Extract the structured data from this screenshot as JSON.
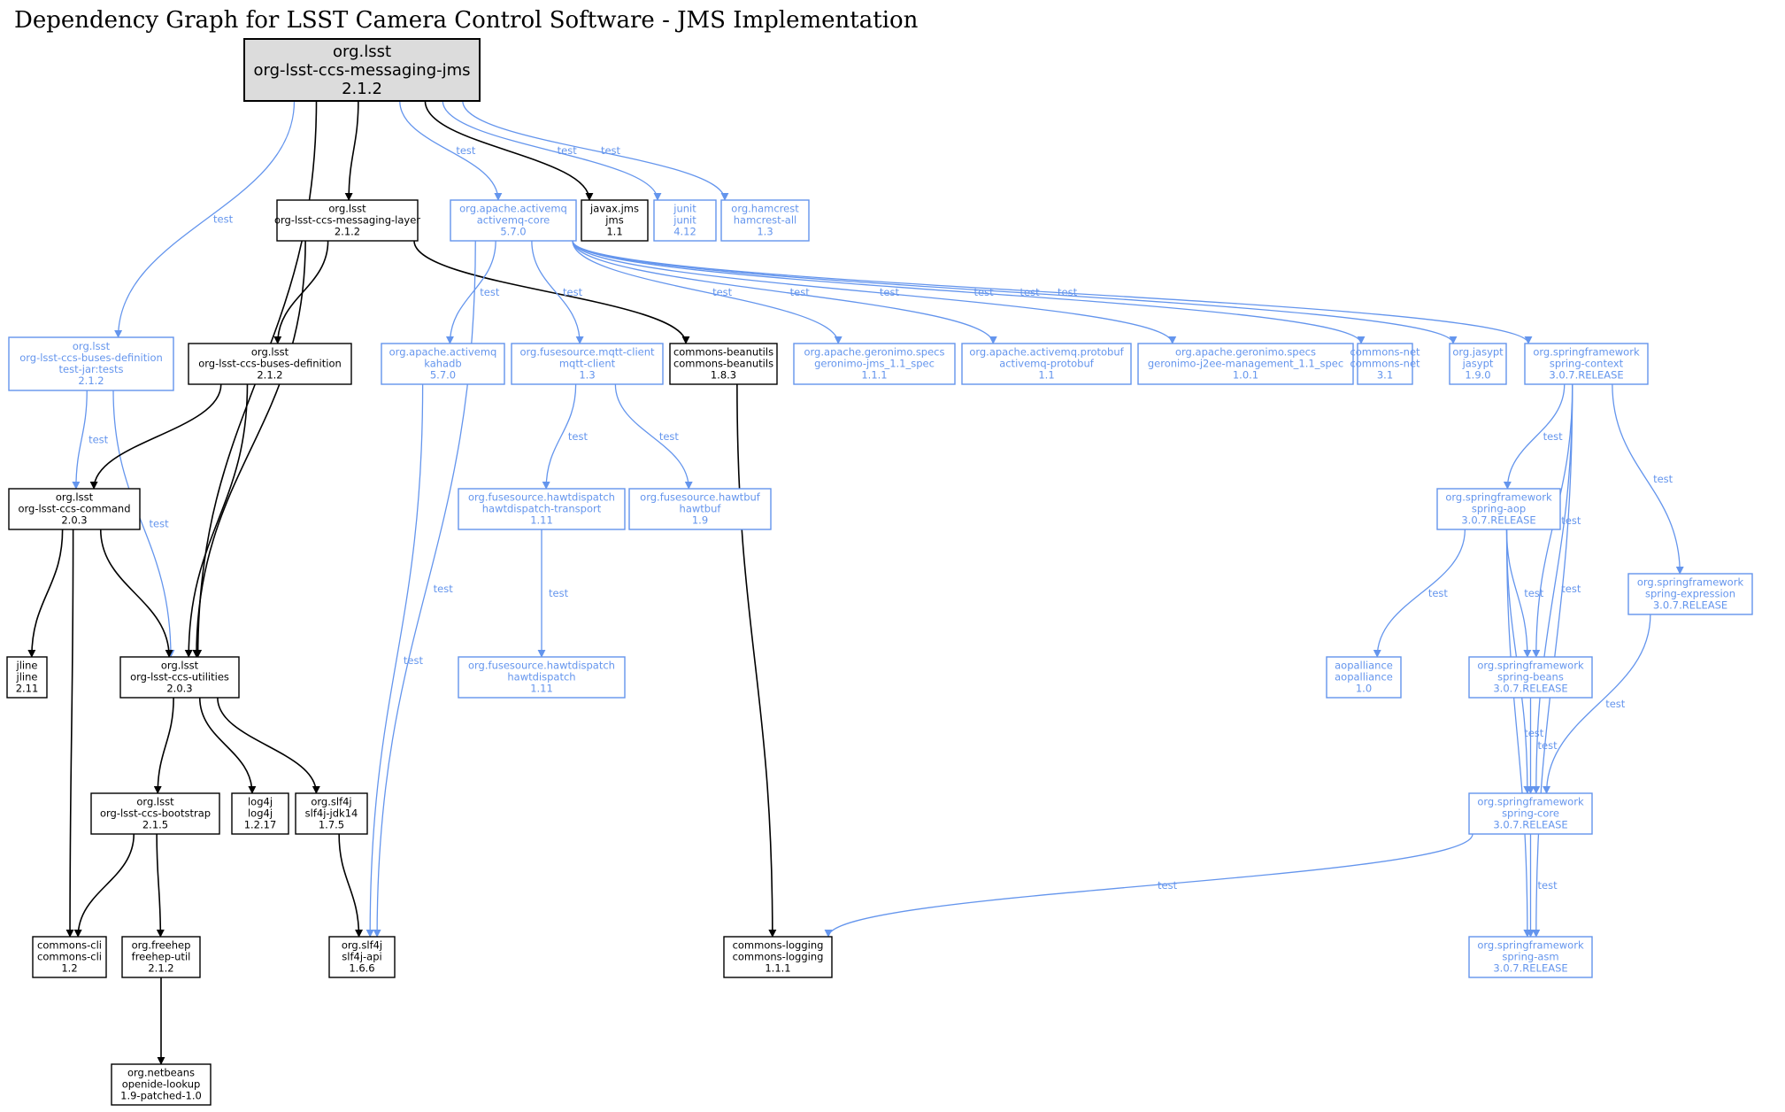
{
  "title": "Dependency Graph for LSST Camera Control Software - JMS Implementation",
  "colors": {
    "compile": "#000000",
    "test": "#6495ED",
    "root_fill": "#DCDCDC"
  },
  "nodes": [
    {
      "id": "root",
      "lines": [
        "org.lsst",
        "org-lsst-ccs-messaging-jms",
        "2.1.2"
      ],
      "scope": "root"
    },
    {
      "id": "layer",
      "lines": [
        "org.lsst",
        "org-lsst-ccs-messaging-layer",
        "2.1.2"
      ],
      "scope": "compile"
    },
    {
      "id": "amqcore",
      "lines": [
        "org.apache.activemq",
        "activemq-core",
        "5.7.0"
      ],
      "scope": "test"
    },
    {
      "id": "jms",
      "lines": [
        "javax.jms",
        "jms",
        "1.1"
      ],
      "scope": "compile"
    },
    {
      "id": "junit",
      "lines": [
        "junit",
        "junit",
        "4.12"
      ],
      "scope": "test"
    },
    {
      "id": "hamcrest",
      "lines": [
        "org.hamcrest",
        "hamcrest-all",
        "1.3"
      ],
      "scope": "test"
    },
    {
      "id": "busestest",
      "lines": [
        "org.lsst",
        "org-lsst-ccs-buses-definition",
        "test-jar:tests",
        "2.1.2"
      ],
      "scope": "test"
    },
    {
      "id": "buses",
      "lines": [
        "org.lsst",
        "org-lsst-ccs-buses-definition",
        "2.1.2"
      ],
      "scope": "compile"
    },
    {
      "id": "kahadb",
      "lines": [
        "org.apache.activemq",
        "kahadb",
        "5.7.0"
      ],
      "scope": "test"
    },
    {
      "id": "mqtt",
      "lines": [
        "org.fusesource.mqtt-client",
        "mqtt-client",
        "1.3"
      ],
      "scope": "test"
    },
    {
      "id": "beanutils",
      "lines": [
        "commons-beanutils",
        "commons-beanutils",
        "1.8.3"
      ],
      "scope": "compile"
    },
    {
      "id": "geronimojms",
      "lines": [
        "org.apache.geronimo.specs",
        "geronimo-jms_1.1_spec",
        "1.1.1"
      ],
      "scope": "test"
    },
    {
      "id": "protobuf",
      "lines": [
        "org.apache.activemq.protobuf",
        "activemq-protobuf",
        "1.1"
      ],
      "scope": "test"
    },
    {
      "id": "j2ee",
      "lines": [
        "org.apache.geronimo.specs",
        "geronimo-j2ee-management_1.1_spec",
        "1.0.1"
      ],
      "scope": "test"
    },
    {
      "id": "net",
      "lines": [
        "commons-net",
        "commons-net",
        "3.1"
      ],
      "scope": "test"
    },
    {
      "id": "jasypt",
      "lines": [
        "org.jasypt",
        "jasypt",
        "1.9.0"
      ],
      "scope": "test"
    },
    {
      "id": "springctx",
      "lines": [
        "org.springframework",
        "spring-context",
        "3.0.7.RELEASE"
      ],
      "scope": "test"
    },
    {
      "id": "command",
      "lines": [
        "org.lsst",
        "org-lsst-ccs-command",
        "2.0.3"
      ],
      "scope": "compile"
    },
    {
      "id": "hdtransport",
      "lines": [
        "org.fusesource.hawtdispatch",
        "hawtdispatch-transport",
        "1.11"
      ],
      "scope": "test"
    },
    {
      "id": "hawtbuf",
      "lines": [
        "org.fusesource.hawtbuf",
        "hawtbuf",
        "1.9"
      ],
      "scope": "test"
    },
    {
      "id": "springaop",
      "lines": [
        "org.springframework",
        "spring-aop",
        "3.0.7.RELEASE"
      ],
      "scope": "test"
    },
    {
      "id": "springexpr",
      "lines": [
        "org.springframework",
        "spring-expression",
        "3.0.7.RELEASE"
      ],
      "scope": "test"
    },
    {
      "id": "jline",
      "lines": [
        "jline",
        "jline",
        "2.11"
      ],
      "scope": "compile"
    },
    {
      "id": "utilities",
      "lines": [
        "org.lsst",
        "org-lsst-ccs-utilities",
        "2.0.3"
      ],
      "scope": "compile"
    },
    {
      "id": "hawtdispatch",
      "lines": [
        "org.fusesource.hawtdispatch",
        "hawtdispatch",
        "1.11"
      ],
      "scope": "test"
    },
    {
      "id": "aopalliance",
      "lines": [
        "aopalliance",
        "aopalliance",
        "1.0"
      ],
      "scope": "test"
    },
    {
      "id": "springbeans",
      "lines": [
        "org.springframework",
        "spring-beans",
        "3.0.7.RELEASE"
      ],
      "scope": "test"
    },
    {
      "id": "bootstrap",
      "lines": [
        "org.lsst",
        "org-lsst-ccs-bootstrap",
        "2.1.5"
      ],
      "scope": "compile"
    },
    {
      "id": "log4j",
      "lines": [
        "log4j",
        "log4j",
        "1.2.17"
      ],
      "scope": "compile"
    },
    {
      "id": "slf4jjdk",
      "lines": [
        "org.slf4j",
        "slf4j-jdk14",
        "1.7.5"
      ],
      "scope": "compile"
    },
    {
      "id": "springcore",
      "lines": [
        "org.springframework",
        "spring-core",
        "3.0.7.RELEASE"
      ],
      "scope": "test"
    },
    {
      "id": "cli",
      "lines": [
        "commons-cli",
        "commons-cli",
        "1.2"
      ],
      "scope": "compile"
    },
    {
      "id": "freehep",
      "lines": [
        "org.freehep",
        "freehep-util",
        "2.1.2"
      ],
      "scope": "compile"
    },
    {
      "id": "slf4japi",
      "lines": [
        "org.slf4j",
        "slf4j-api",
        "1.6.6"
      ],
      "scope": "compile"
    },
    {
      "id": "logging",
      "lines": [
        "commons-logging",
        "commons-logging",
        "1.1.1"
      ],
      "scope": "compile"
    },
    {
      "id": "springasm",
      "lines": [
        "org.springframework",
        "spring-asm",
        "3.0.7.RELEASE"
      ],
      "scope": "test"
    },
    {
      "id": "netbeans",
      "lines": [
        "org.netbeans",
        "openide-lookup",
        "1.9-patched-1.0"
      ],
      "scope": "compile"
    }
  ],
  "edges": [
    {
      "from": "root",
      "to": "busestest",
      "scope": "test",
      "label": "test"
    },
    {
      "from": "root",
      "to": "utilities",
      "scope": "compile",
      "label": ""
    },
    {
      "from": "root",
      "to": "layer",
      "scope": "compile",
      "label": ""
    },
    {
      "from": "root",
      "to": "amqcore",
      "scope": "test",
      "label": "test"
    },
    {
      "from": "root",
      "to": "jms",
      "scope": "compile",
      "label": ""
    },
    {
      "from": "root",
      "to": "junit",
      "scope": "test",
      "label": "test"
    },
    {
      "from": "root",
      "to": "hamcrest",
      "scope": "test",
      "label": "test"
    },
    {
      "from": "layer",
      "to": "buses",
      "scope": "compile",
      "label": ""
    },
    {
      "from": "layer",
      "to": "utilities",
      "scope": "compile",
      "label": ""
    },
    {
      "from": "layer",
      "to": "beanutils",
      "scope": "compile",
      "label": ""
    },
    {
      "from": "amqcore",
      "to": "kahadb",
      "scope": "test",
      "label": "test"
    },
    {
      "from": "amqcore",
      "to": "mqtt",
      "scope": "test",
      "label": "test"
    },
    {
      "from": "amqcore",
      "to": "slf4japi",
      "scope": "test",
      "label": "test"
    },
    {
      "from": "amqcore",
      "to": "geronimojms",
      "scope": "test",
      "label": "test"
    },
    {
      "from": "amqcore",
      "to": "protobuf",
      "scope": "test",
      "label": "test"
    },
    {
      "from": "amqcore",
      "to": "j2ee",
      "scope": "test",
      "label": "test"
    },
    {
      "from": "amqcore",
      "to": "net",
      "scope": "test",
      "label": "test"
    },
    {
      "from": "amqcore",
      "to": "jasypt",
      "scope": "test",
      "label": "test"
    },
    {
      "from": "amqcore",
      "to": "springctx",
      "scope": "test",
      "label": "test"
    },
    {
      "from": "busestest",
      "to": "command",
      "scope": "test",
      "label": "test"
    },
    {
      "from": "busestest",
      "to": "utilities",
      "scope": "test",
      "label": "test"
    },
    {
      "from": "buses",
      "to": "command",
      "scope": "compile",
      "label": ""
    },
    {
      "from": "buses",
      "to": "utilities",
      "scope": "compile",
      "label": ""
    },
    {
      "from": "kahadb",
      "to": "slf4japi",
      "scope": "test",
      "label": "test"
    },
    {
      "from": "mqtt",
      "to": "hdtransport",
      "scope": "test",
      "label": "test"
    },
    {
      "from": "mqtt",
      "to": "hawtbuf",
      "scope": "test",
      "label": "test"
    },
    {
      "from": "beanutils",
      "to": "logging",
      "scope": "compile",
      "label": ""
    },
    {
      "from": "springctx",
      "to": "springaop",
      "scope": "test",
      "label": "test"
    },
    {
      "from": "springctx",
      "to": "springbeans",
      "scope": "test",
      "label": "test"
    },
    {
      "from": "springctx",
      "to": "springcore",
      "scope": "test",
      "label": "test"
    },
    {
      "from": "springctx",
      "to": "springexpr",
      "scope": "test",
      "label": "test"
    },
    {
      "from": "springctx",
      "to": "springasm",
      "scope": "test",
      "label": "test"
    },
    {
      "from": "command",
      "to": "jline",
      "scope": "compile",
      "label": ""
    },
    {
      "from": "command",
      "to": "utilities",
      "scope": "compile",
      "label": ""
    },
    {
      "from": "command",
      "to": "cli",
      "scope": "compile",
      "label": ""
    },
    {
      "from": "hdtransport",
      "to": "hawtdispatch",
      "scope": "test",
      "label": "test"
    },
    {
      "from": "springaop",
      "to": "aopalliance",
      "scope": "test",
      "label": "test"
    },
    {
      "from": "springaop",
      "to": "springbeans",
      "scope": "test",
      "label": "test"
    },
    {
      "from": "springaop",
      "to": "springcore",
      "scope": "test",
      "label": "test"
    },
    {
      "from": "springaop",
      "to": "springasm",
      "scope": "test",
      "label": "test"
    },
    {
      "from": "springexpr",
      "to": "springcore",
      "scope": "test",
      "label": "test"
    },
    {
      "from": "utilities",
      "to": "bootstrap",
      "scope": "compile",
      "label": ""
    },
    {
      "from": "utilities",
      "to": "log4j",
      "scope": "compile",
      "label": ""
    },
    {
      "from": "utilities",
      "to": "slf4jjdk",
      "scope": "compile",
      "label": ""
    },
    {
      "from": "springbeans",
      "to": "springcore",
      "scope": "test",
      "label": "test"
    },
    {
      "from": "bootstrap",
      "to": "cli",
      "scope": "compile",
      "label": ""
    },
    {
      "from": "bootstrap",
      "to": "freehep",
      "scope": "compile",
      "label": ""
    },
    {
      "from": "slf4jjdk",
      "to": "slf4japi",
      "scope": "compile",
      "label": ""
    },
    {
      "from": "springcore",
      "to": "logging",
      "scope": "test",
      "label": "test"
    },
    {
      "from": "springcore",
      "to": "springasm",
      "scope": "test",
      "label": "test"
    },
    {
      "from": "freehep",
      "to": "netbeans",
      "scope": "compile",
      "label": ""
    }
  ]
}
